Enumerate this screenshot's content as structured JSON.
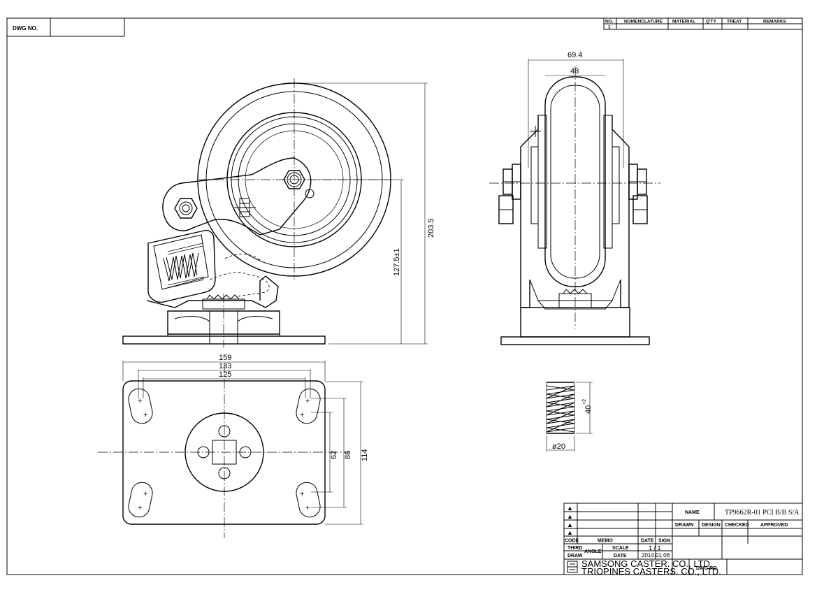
{
  "header": {
    "dwg_no_label": "DWG NO.",
    "dwg_no_value": ""
  },
  "parts_list": {
    "columns": [
      "NO.",
      "NOMENCLATURE",
      "MATERIAL",
      "Q'TY",
      "TREAT",
      "REMARKS"
    ],
    "rows": [
      [
        "1",
        "",
        "",
        "",
        "",
        ""
      ]
    ]
  },
  "dimensions": {
    "side_height": "203.5",
    "side_axle_height": "127.5±1",
    "front_overall_width": "69.4",
    "front_wheel_width": "48",
    "plate_width": "159",
    "plate_hole_span_outer": "133",
    "plate_hole_span_inner": "125",
    "plate_hole_v_inner": "62",
    "plate_hole_v_outer": "86",
    "plate_height": "114",
    "spring_length": "40",
    "spring_length_tol": "+2",
    "spring_diameter": "ø20"
  },
  "title_block": {
    "revision_symbol": "▲",
    "code_label": "CODE",
    "memo_label": "MEMO",
    "date_label": "DATE",
    "sign_label": "SIGN",
    "name_label": "NAME",
    "name_value": "TP9662R-01 PCI B/B S/A",
    "drawn_label": "DRAWN",
    "design_label": "DESIGN",
    "checked_label": "CHECKED",
    "approved_label": "APPROVED",
    "third_label": "THIRD",
    "angle_label": "ANGLE",
    "draw_label": "DRAW",
    "scale_label": "SCALE",
    "scale_value": "1 / 1",
    "date_value": "2014.01.06",
    "company_line1": "SAMSONG CASTER. CO., LTD.",
    "company_line2": "TRIOPINES CASTERS. CO., LTD.",
    "dwg_no_label": "DWG NO.",
    "dwg_no_value": ""
  }
}
